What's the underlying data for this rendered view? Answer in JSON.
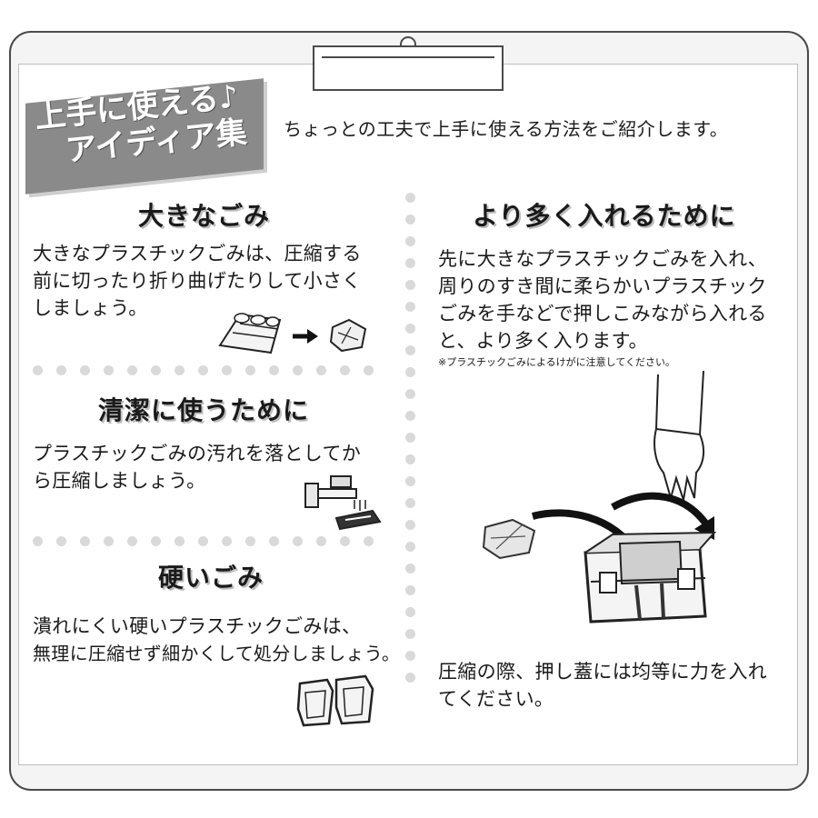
{
  "title": {
    "line1": "上手に使える♪",
    "line2": "アイディア集"
  },
  "intro": "ちょっとの工夫で上手に使える方法をご紹介します。",
  "sections": {
    "large": {
      "heading": "大きなごみ",
      "lines": [
        "大きなプラスチックごみは、圧縮する",
        "前に切ったり折り曲げたりして小さく",
        "しましょう。"
      ]
    },
    "clean": {
      "heading": "清潔に使うために",
      "lines": [
        "プラスチックごみの汚れを落としてか",
        "ら圧縮しましょう。"
      ]
    },
    "hard": {
      "heading": "硬いごみ",
      "lines": [
        "潰れにくい硬いプラスチックごみは、",
        "無理に圧縮せず細かくして処分しましょう。"
      ]
    },
    "more": {
      "heading": "より多く入れるために",
      "lines": [
        "先に大きなプラスチックごみを入れ、",
        "周りのすき間に柔らかいプラスチック",
        "ごみを手などで押しこみながら入れる",
        "と、より多く入ります。"
      ],
      "note": "※プラスチックごみによるけがに注意してください。",
      "footer_lines": [
        "圧縮の際、押し蓋には均等に力を入れ",
        "てください。"
      ]
    }
  }
}
